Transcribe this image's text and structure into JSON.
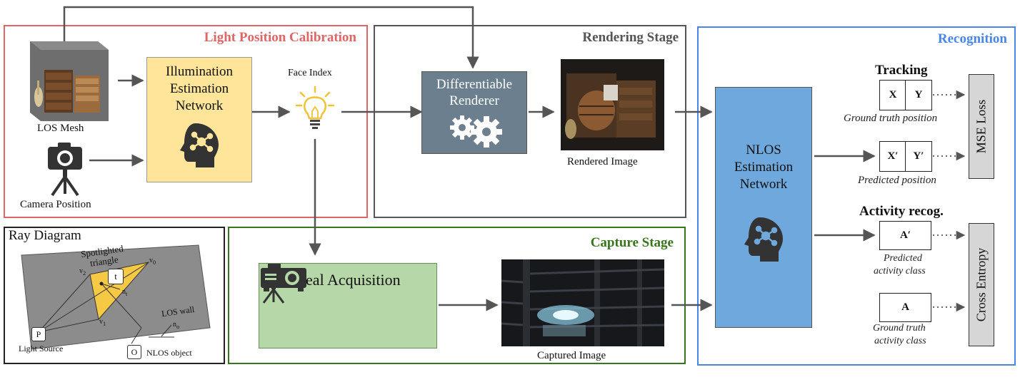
{
  "stages": {
    "calibration": "Light Position Calibration",
    "rendering": "Rendering Stage",
    "recognition": "Recognition",
    "capture": "Capture Stage",
    "ray": "Ray Diagram"
  },
  "colors": {
    "calibration": "#e06666",
    "rendering": "#555555",
    "recognition": "#4a86e8",
    "capture": "#38761d",
    "ray": "#222222",
    "illumination_fill": "#ffe599",
    "renderer_fill": "#6b7f8e",
    "acquisition_fill": "#b6d7a8",
    "nlos_fill": "#6fa8dc",
    "loss_fill": "#d6d6d6"
  },
  "nodes": {
    "los_mesh": "LOS Mesh",
    "camera_position": "Camera Position",
    "illumination": [
      "Illumination",
      "Estimation",
      "Network"
    ],
    "face_index": "Face Index",
    "renderer": [
      "Differentiable",
      "Renderer"
    ],
    "rendered_image": "Rendered  Image",
    "real_acquisition": "Real Acquisition",
    "captured_image": "Captured Image",
    "nlos": [
      "NLOS",
      "Estimation",
      "Network"
    ]
  },
  "recognition": {
    "tracking_title": "Tracking",
    "gt_position": {
      "cells": [
        "X",
        "Y"
      ],
      "caption": "Ground truth position"
    },
    "pred_position": {
      "cells": [
        "X′",
        "Y′"
      ],
      "caption": "Predicted position"
    },
    "activity_title": "Activity recog.",
    "pred_activity": {
      "cell": "A′",
      "caption": [
        "Predicted",
        "activity class"
      ]
    },
    "gt_activity": {
      "cell": "A",
      "caption": [
        "Ground truth",
        "activity class"
      ]
    },
    "mse_loss": "MSE Loss",
    "cross_entropy": "Cross Entropy"
  },
  "ray_diagram": {
    "spotlighted": "Spotlighted",
    "triangle": "triangle",
    "t": "t",
    "v0": "v",
    "v0_sub": "0",
    "v1": "v",
    "v1_sub": "1",
    "v2": "v",
    "v2_sub": "2",
    "n_t": "n",
    "n_t_sub": "t",
    "n_o": "n",
    "n_o_sub": "o",
    "los_wall": "LOS wall",
    "p": "P",
    "light_source": "Light Source",
    "o": "O",
    "nlos_object": "NLOS object"
  }
}
